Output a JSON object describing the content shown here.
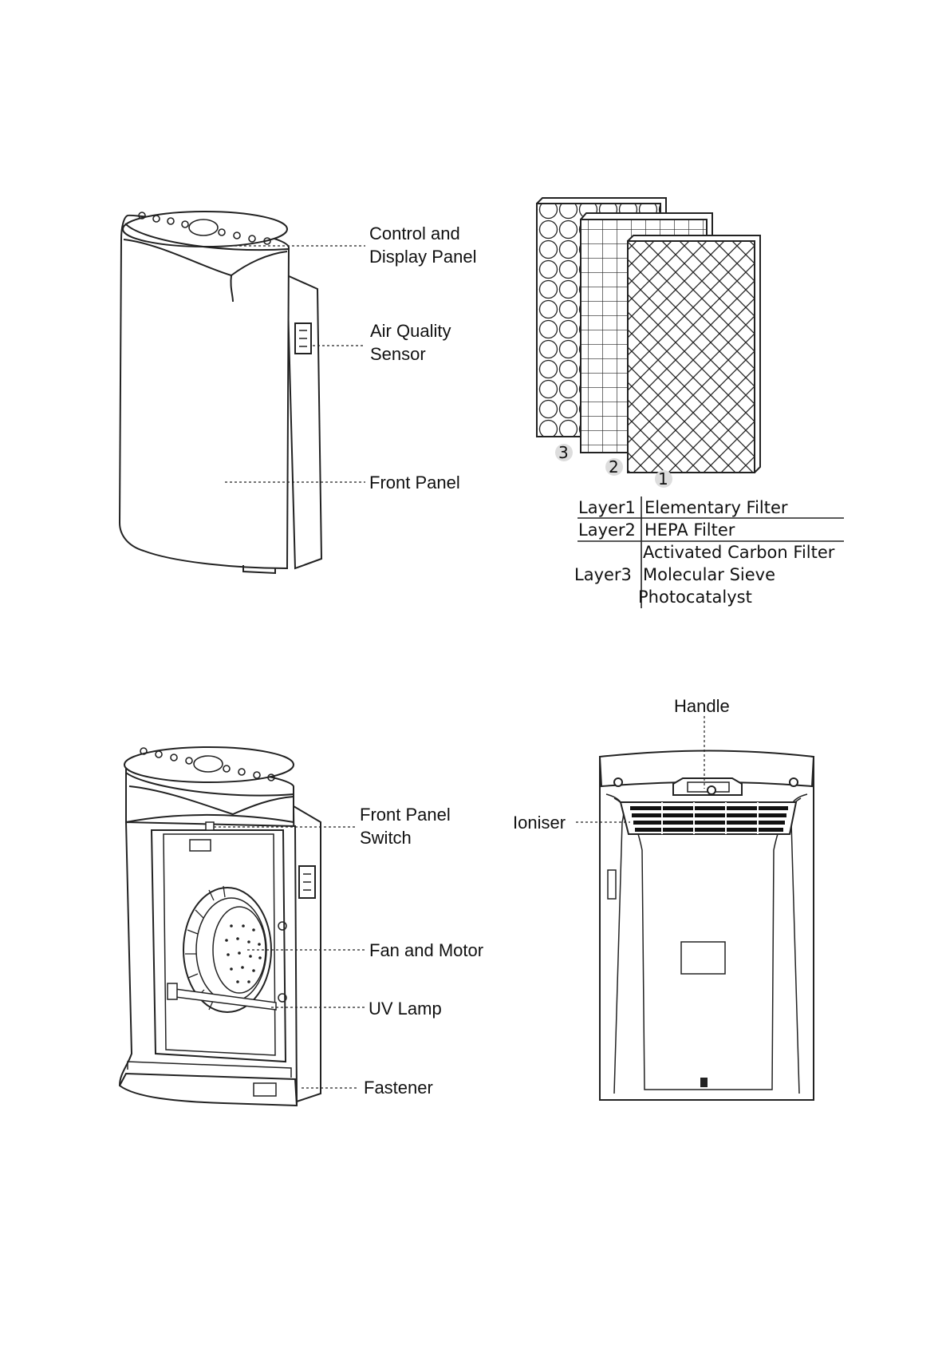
{
  "front_labels": {
    "control_panel": [
      "Control and",
      "Display Panel"
    ],
    "air_quality_sensor": [
      "Air Quality",
      "Sensor"
    ],
    "front_panel": "Front Panel"
  },
  "filter": {
    "numbers": [
      "3",
      "2",
      "1"
    ],
    "table": [
      {
        "layer": "Layer1",
        "items": [
          "Elementary Filter"
        ]
      },
      {
        "layer": "Layer2",
        "items": [
          "HEPA Filter"
        ]
      },
      {
        "layer": "Layer3",
        "items": [
          "Activated Carbon Filter",
          "Molecular Sieve",
          "Photocatalyst"
        ]
      }
    ]
  },
  "inside_labels": {
    "front_panel_switch": [
      "Front Panel",
      "Switch"
    ],
    "fan_motor": "Fan and Motor",
    "uv_lamp": "UV Lamp",
    "fastener": "Fastener"
  },
  "back_labels": {
    "handle": "Handle",
    "ioniser": "Ioniser"
  }
}
